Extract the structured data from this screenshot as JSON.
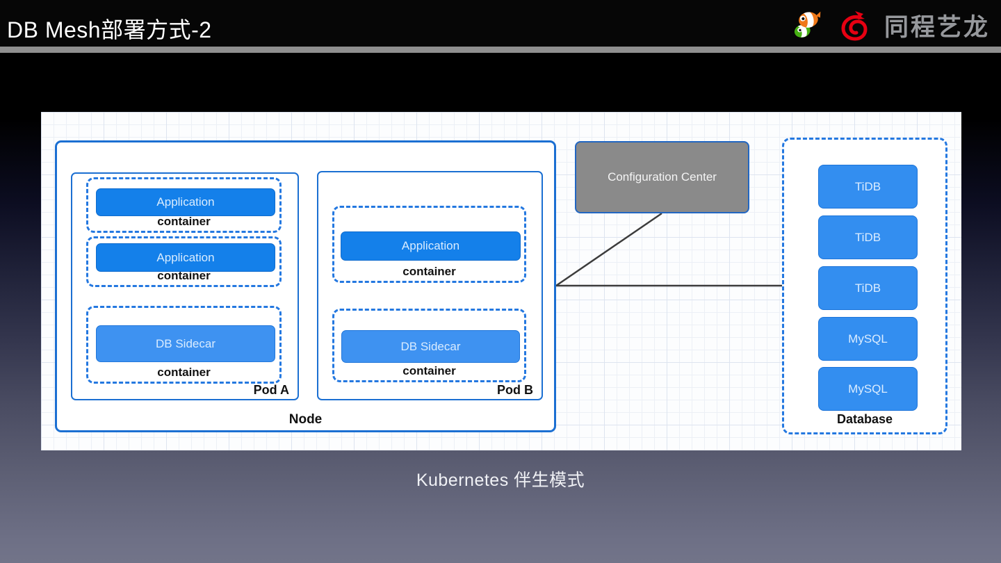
{
  "header": {
    "title": "DB Mesh部署方式-2",
    "brand_text": "同程艺龙"
  },
  "diagram": {
    "node": {
      "label": "Node",
      "pods": [
        {
          "label": "Pod A",
          "containers": [
            {
              "box": "Application",
              "label": "container",
              "type": "app"
            },
            {
              "box": "Application",
              "label": "container",
              "type": "app"
            },
            {
              "box": "DB Sidecar",
              "label": "container",
              "type": "sidecar"
            }
          ]
        },
        {
          "label": "Pod B",
          "containers": [
            {
              "box": "Application",
              "label": "container",
              "type": "app"
            },
            {
              "box": "DB Sidecar",
              "label": "container",
              "type": "sidecar"
            }
          ]
        }
      ]
    },
    "config_center": {
      "label": "Configuration Center"
    },
    "database": {
      "label": "Database",
      "instances": [
        "TiDB",
        "TiDB",
        "TiDB",
        "MySQL",
        "MySQL"
      ]
    }
  },
  "caption": "Kubernetes 伴生模式",
  "colors": {
    "application_blue": "#1480ea",
    "sidecar_blue": "#3e92f1",
    "db_instance_blue": "#338ef0",
    "dashed_border_blue": "#2478e0",
    "solid_border_blue": "#1b6fd2",
    "config_gray": "#8a8a8a",
    "connector_line": "#3c3c3c",
    "header_separator": "#8f8f8f",
    "elong_red": "#e60012"
  }
}
